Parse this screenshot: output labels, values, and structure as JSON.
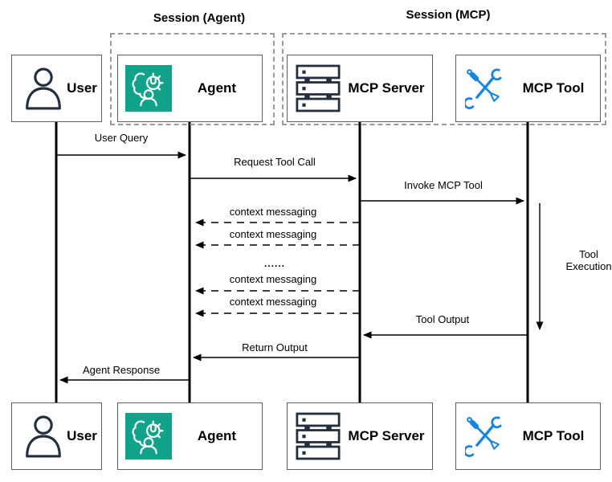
{
  "sessions": [
    {
      "label": "Session (Agent)"
    },
    {
      "label": "Session (MCP)"
    }
  ],
  "actors": [
    {
      "label": "User",
      "icon": "user-person-icon"
    },
    {
      "label": "Agent",
      "icon": "agent-ai-gear-icon",
      "accent": "#0fa38a"
    },
    {
      "label": "MCP Server",
      "icon": "server-rack-icon"
    },
    {
      "label": "MCP Tool",
      "icon": "crossed-tools-icon",
      "accent": "#1285e8"
    }
  ],
  "messages": [
    {
      "label": "User Query",
      "from": "User",
      "to": "Agent",
      "line": "solid"
    },
    {
      "label": "Request Tool Call",
      "from": "Agent",
      "to": "MCP Server",
      "line": "solid"
    },
    {
      "label": "Invoke MCP Tool",
      "from": "MCP Server",
      "to": "MCP Tool",
      "line": "solid"
    },
    {
      "label": "context messaging",
      "from": "MCP Server",
      "to": "Agent",
      "line": "dashed"
    },
    {
      "label": "context messaging",
      "from": "MCP Server",
      "to": "Agent",
      "line": "dashed"
    },
    {
      "label": "......",
      "from": "",
      "to": "",
      "line": "none"
    },
    {
      "label": "context messaging",
      "from": "MCP Server",
      "to": "Agent",
      "line": "dashed"
    },
    {
      "label": "context messaging",
      "from": "MCP Server",
      "to": "Agent",
      "line": "dashed"
    },
    {
      "label": "Tool Output",
      "from": "MCP Tool",
      "to": "MCP Server",
      "line": "solid"
    },
    {
      "label": "Return Output",
      "from": "MCP Server",
      "to": "Agent",
      "line": "solid"
    },
    {
      "label": "Agent Response",
      "from": "Agent",
      "to": "User",
      "line": "solid"
    }
  ],
  "activity": {
    "label": "Tool Execution"
  },
  "colors": {
    "agent_accent": "#0fa38a",
    "tool_accent": "#1285e8",
    "icon_dark": "#232f3e",
    "line": "#000000",
    "session_border": "#9a9a9a"
  }
}
